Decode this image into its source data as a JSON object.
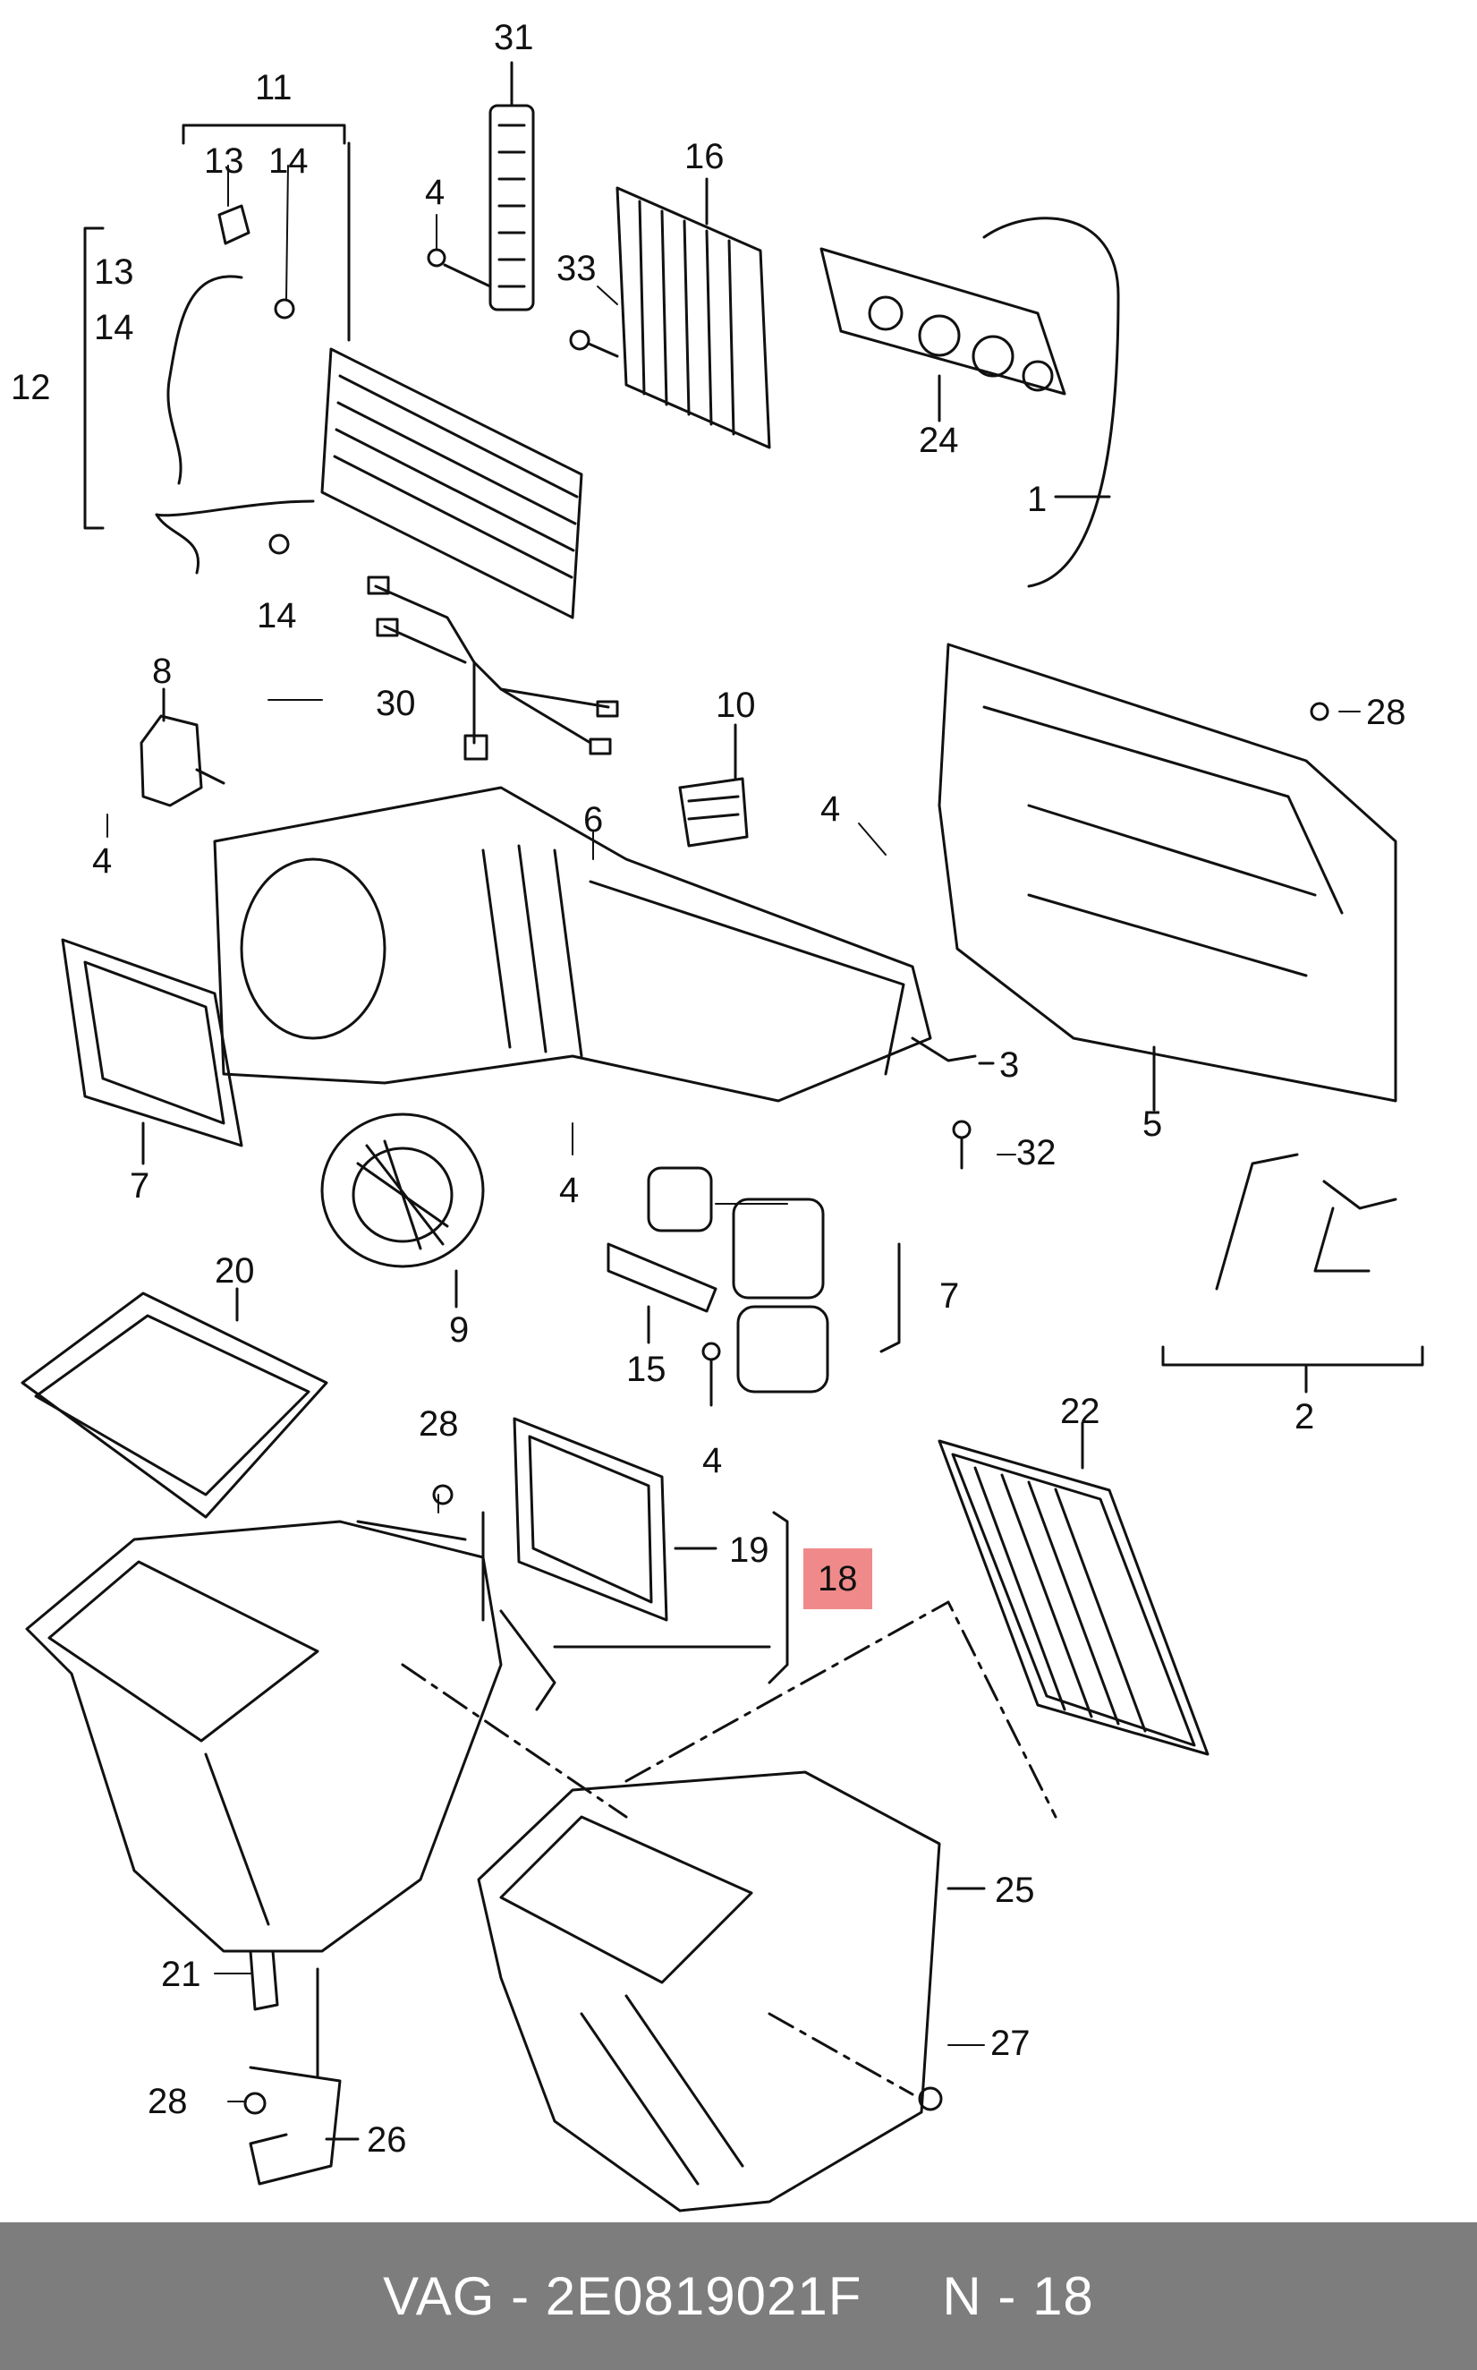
{
  "colors": {
    "line": "#111111",
    "highlight": "#f08a8a",
    "footer_bg": "#7d7d7d",
    "footer_text": "#ffffff"
  },
  "callouts": {
    "c31": "31",
    "c11": "11",
    "c13a": "13",
    "c14a": "14",
    "c4a": "4",
    "c16": "16",
    "c33": "33",
    "c13b": "13",
    "c14b": "14",
    "c12": "12",
    "c24": "24",
    "c1": "1",
    "c14c": "14",
    "c8": "8",
    "c30": "30",
    "c10": "10",
    "c28a": "28",
    "c4b": "4",
    "c4c": "4",
    "c6": "6",
    "c3": "3",
    "c7a": "7",
    "c5": "5",
    "c4d": "4",
    "c32": "32",
    "c9": "9",
    "c7b": "7",
    "c15": "15",
    "c20": "20",
    "c2": "2",
    "c4e": "4",
    "c28b": "28",
    "c22": "22",
    "c19": "19",
    "c18": "18",
    "c25": "25",
    "c21": "21",
    "c27": "27",
    "c28c": "28",
    "c26": "26"
  },
  "footer": {
    "brand": "VAG",
    "separator": "-",
    "part_number": "2E0819021F",
    "position_prefix": "N",
    "position_separator": "-",
    "position_number": "18"
  }
}
